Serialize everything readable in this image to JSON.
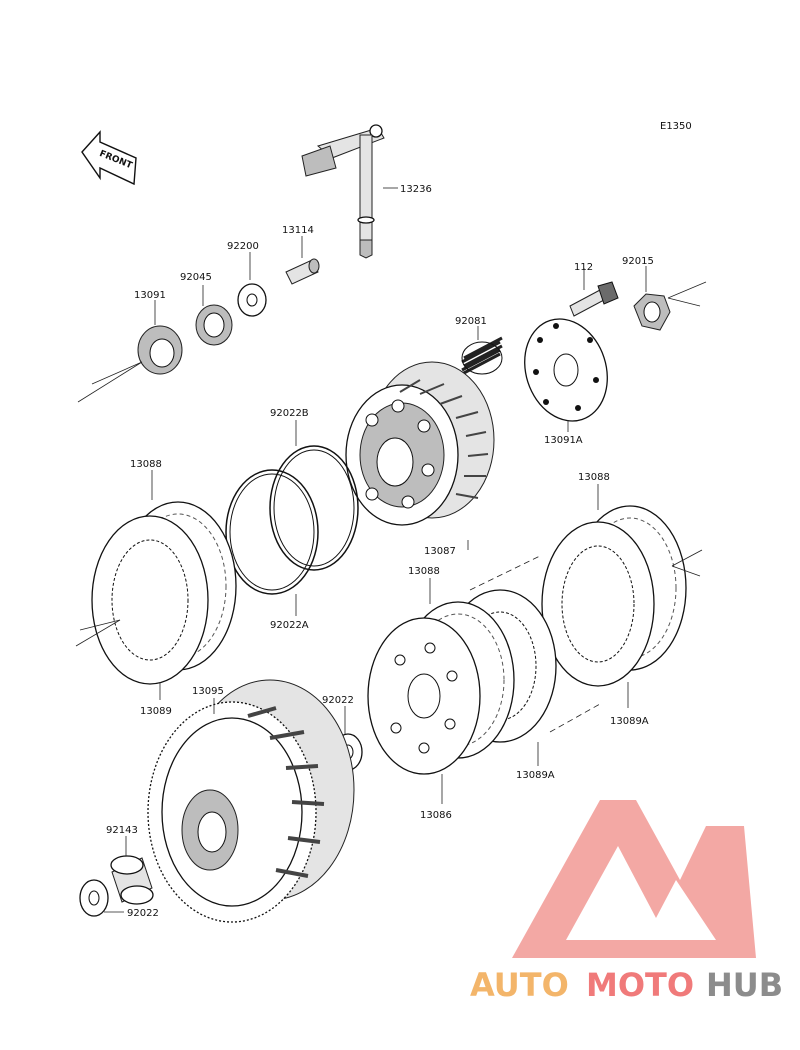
{
  "diagram": {
    "code": "E1350",
    "front_label": "FRONT",
    "callouts": {
      "p13236": "13236",
      "p13114": "13114",
      "p92200": "92200",
      "p92045": "92045",
      "p13091": "13091",
      "p92081": "92081",
      "p112": "112",
      "p92015": "92015",
      "p13091A": "13091A",
      "p92022B": "92022B",
      "p92022A": "92022A",
      "p13088_left": "13088",
      "p13089_left": "13089",
      "p13095": "13095",
      "p13087": "13087",
      "p13088_mid": "13088",
      "p13088_right": "13088",
      "p92022_mid": "92022",
      "p13086": "13086",
      "p13089A_mid": "13089A",
      "p13089A_right": "13089A",
      "p92143": "92143",
      "p92022_bottom": "92022"
    }
  },
  "watermark": {
    "brand_auto": "AUTO",
    "brand_moto": "MOTO",
    "brand_hub": "HUB",
    "colors": {
      "auto": "#f3b56a",
      "moto": "#f07a7a",
      "hub": "#8c8c8c",
      "logo": "#f29a95"
    }
  }
}
